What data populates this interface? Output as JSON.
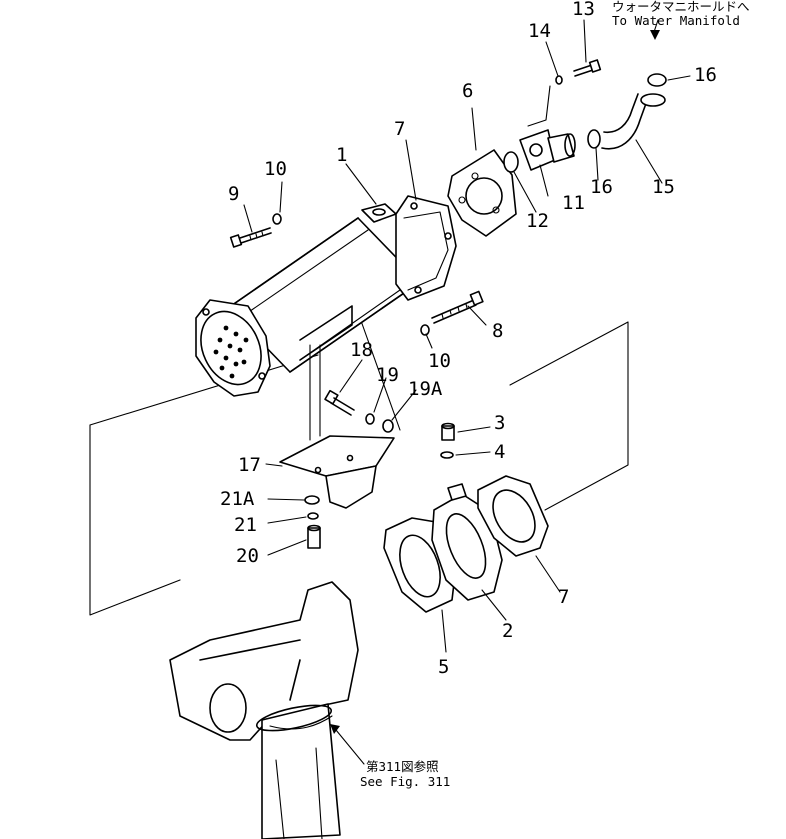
{
  "callouts": {
    "p1": "1",
    "p2": "2",
    "p3": "3",
    "p4": "4",
    "p5": "5",
    "p6": "6",
    "p7a": "7",
    "p7b": "7",
    "p8": "8",
    "p9": "9",
    "p10a": "10",
    "p10b": "10",
    "p11": "11",
    "p12": "12",
    "p13": "13",
    "p14": "14",
    "p15": "15",
    "p16a": "16",
    "p16b": "16",
    "p17": "17",
    "p18": "18",
    "p19": "19",
    "p19a": "19A",
    "p20": "20",
    "p21": "21",
    "p21a": "21A"
  },
  "notes": {
    "manifold_jp": "ウォータマニホールドへ",
    "manifold_en": "To Water Manifold",
    "see_fig_jp": "第311図参照",
    "see_fig_en": "See Fig. 311"
  }
}
